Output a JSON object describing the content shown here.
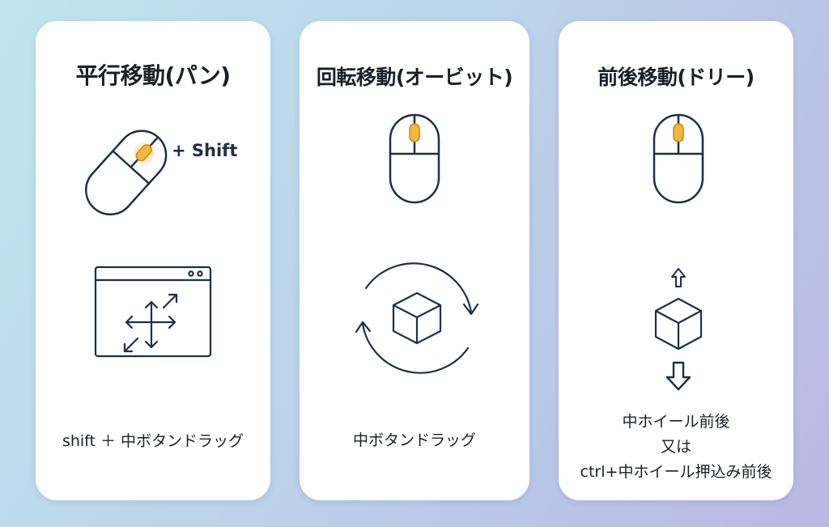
{
  "panels": {
    "pan": {
      "title": "平行移動(パン)",
      "modifier": "+ Shift",
      "caption": "shift ＋ 中ボタンドラッグ"
    },
    "orbit": {
      "title": "回転移動(オービット)",
      "caption": "中ボタンドラッグ"
    },
    "dolly": {
      "title": "前後移動(ドリー)",
      "caption_lines": [
        "中ホイール前後",
        "又は",
        "ctrl+中ホイール押込み前後"
      ]
    }
  },
  "colors": {
    "line": "#1f2f45",
    "accent": "#f3b73d",
    "card": "#ffffff"
  },
  "icons": [
    "mouse-icon",
    "window-move-icon",
    "orbit-arrows-icon",
    "cube-icon",
    "arrow-up-icon",
    "arrow-down-icon"
  ]
}
